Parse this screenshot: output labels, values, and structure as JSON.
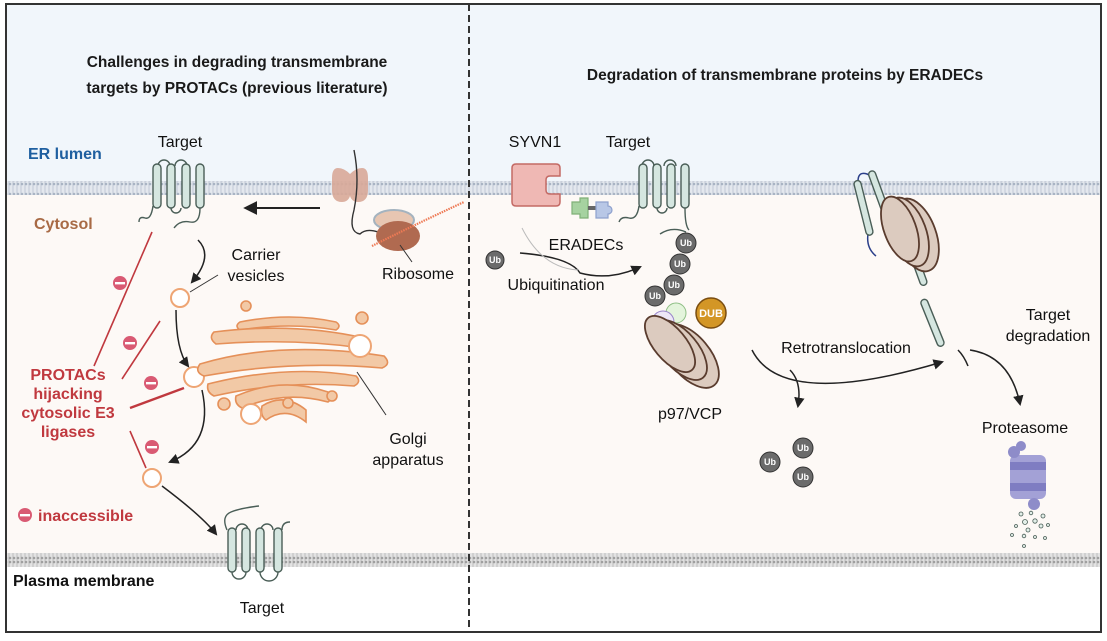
{
  "colors": {
    "er_lumen_bg": "#f1f6fb",
    "cytosol_bg": "#fdf9f6",
    "outside_bg": "#ffffff",
    "er_lumen_text": "#1f5fa0",
    "cytosol_text": "#a86a45",
    "protac_text": "#c0393f",
    "inhibit_icon": "#d95a73",
    "target_protein_fill": "#d5e6e0",
    "syvn1_fill": "#efb8b4",
    "golgi_fill": "#f2c9a6",
    "golgi_stroke": "#e59059",
    "ub_fill": "#6b6b6b",
    "dub_fill": "#d39626",
    "p97_fill": "#dccbbf",
    "proteasome_fill": "#8e8cc9"
  },
  "left_panel": {
    "title_line1": "Challenges in degrading transmembrane",
    "title_line2": "targets by PROTACs (previous literature)",
    "er_lumen_label": "ER lumen",
    "cytosol_label": "Cytosol",
    "target_top_label": "Target",
    "carrier_label_line1": "Carrier",
    "carrier_label_line2": "vesicles",
    "ribosome_label": "Ribosome",
    "golgi_label_line1": "Golgi",
    "golgi_label_line2": "apparatus",
    "protacs_label": [
      "PROTACs",
      "hijacking",
      "cytosolic E3",
      "ligases"
    ],
    "legend_label": "inaccessible",
    "plasma_membrane_label": "Plasma membrane",
    "target_bottom_label": "Target"
  },
  "right_panel": {
    "title": "Degradation of transmembrane proteins by ERADECs",
    "syvn1_label": "SYVN1",
    "target_label": "Target",
    "eradecs_label": "ERADECs",
    "ubiquitination_label": "Ubiquitination",
    "ub_label": "Ub",
    "dub_label": "DUB",
    "p97_label": "p97/VCP",
    "retro_label": "Retrotranslocation",
    "target_degradation_line1": "Target",
    "target_degradation_line2": "degradation",
    "proteasome_label": "Proteasome"
  }
}
